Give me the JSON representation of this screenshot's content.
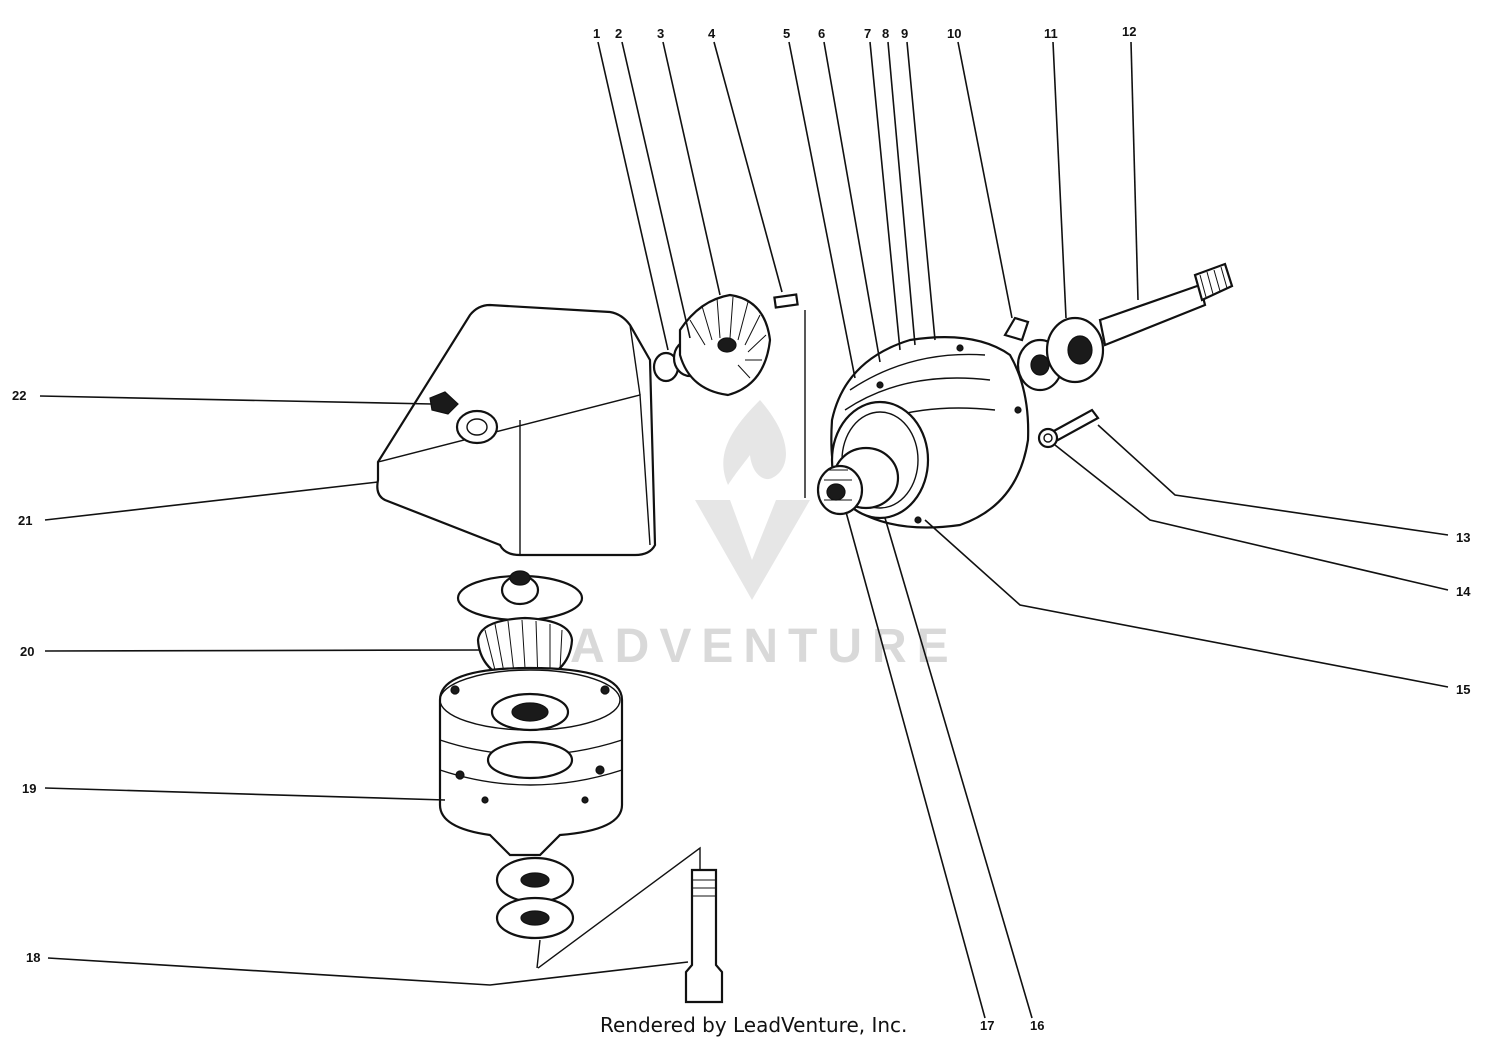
{
  "diagram": {
    "callouts": [
      {
        "id": "1",
        "label": "1"
      },
      {
        "id": "2",
        "label": "2"
      },
      {
        "id": "3",
        "label": "3"
      },
      {
        "id": "4",
        "label": "4"
      },
      {
        "id": "5",
        "label": "5"
      },
      {
        "id": "6",
        "label": "6"
      },
      {
        "id": "7",
        "label": "7"
      },
      {
        "id": "8",
        "label": "8"
      },
      {
        "id": "9",
        "label": "9"
      },
      {
        "id": "10",
        "label": "10"
      },
      {
        "id": "11",
        "label": "11"
      },
      {
        "id": "12",
        "label": "12"
      },
      {
        "id": "13",
        "label": "13"
      },
      {
        "id": "14",
        "label": "14"
      },
      {
        "id": "15",
        "label": "15"
      },
      {
        "id": "16",
        "label": "16"
      },
      {
        "id": "17",
        "label": "17"
      },
      {
        "id": "18",
        "label": "18"
      },
      {
        "id": "19",
        "label": "19"
      },
      {
        "id": "20",
        "label": "20"
      },
      {
        "id": "21",
        "label": "21"
      },
      {
        "id": "22",
        "label": "22"
      }
    ],
    "watermark": "ADVENTURE",
    "credit": "Rendered by LeadVenture, Inc."
  },
  "colors": {
    "ink": "#111111",
    "watermark": "#d9d9d9",
    "background": "#ffffff"
  }
}
